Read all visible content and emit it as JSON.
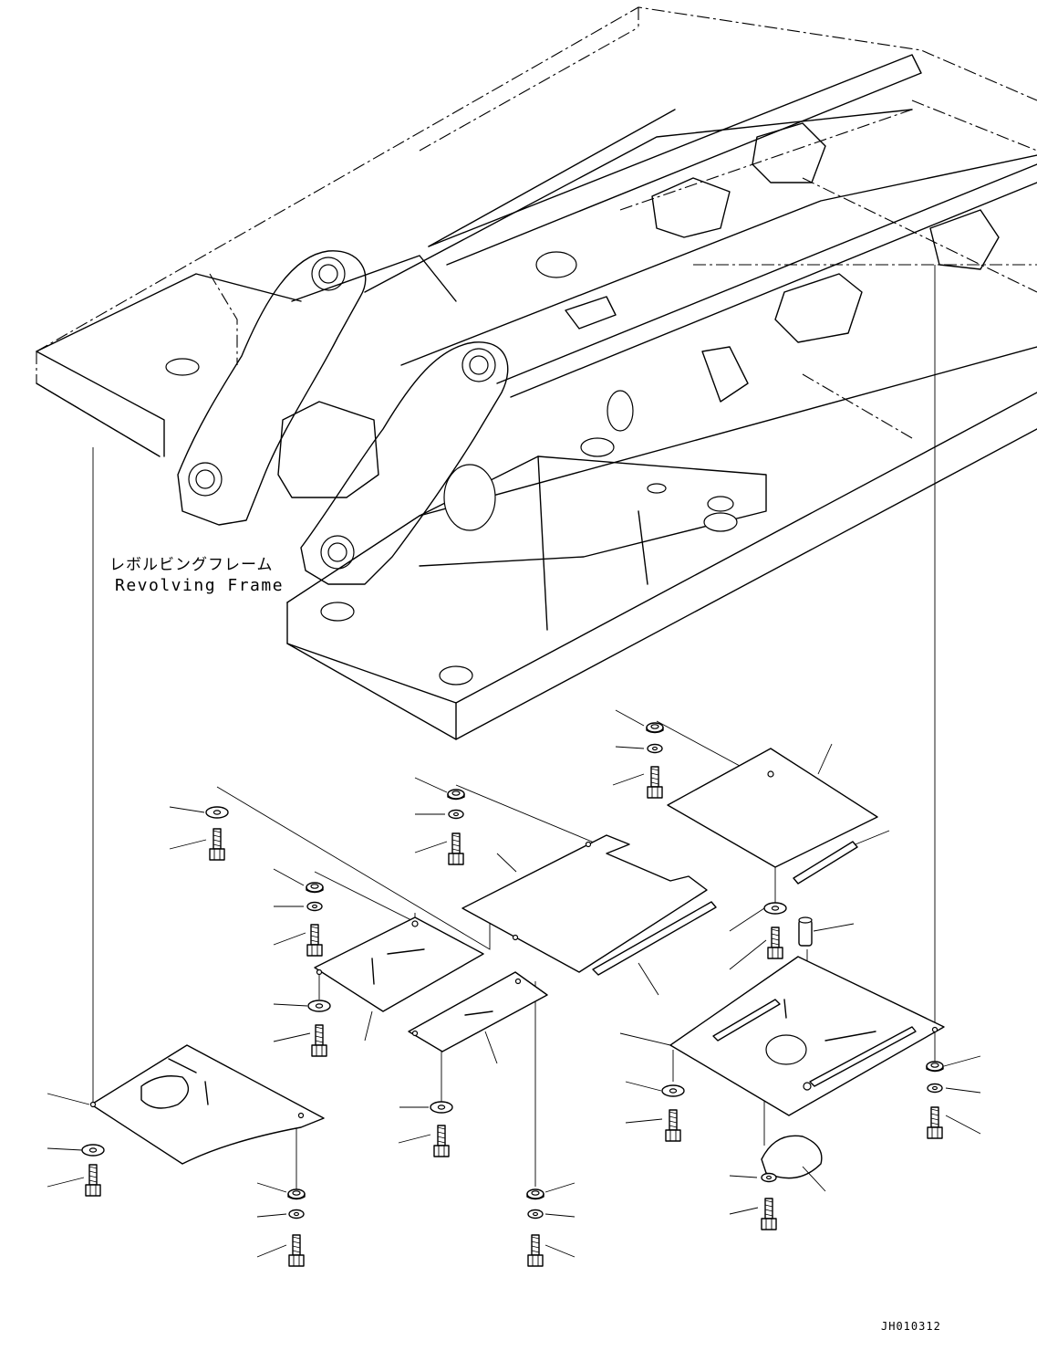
{
  "labels": {
    "frame_name_jp": "レボルビングフレーム",
    "frame_name_en": "Revolving Frame",
    "drawing_id": "JH010312"
  },
  "parts": [
    "revolving-frame",
    "cover-front-left",
    "cover-left-small",
    "cover-center-small",
    "cover-center-main",
    "cover-right-top",
    "cover-right-large",
    "round-cover-plate",
    "pin",
    "seal-strips",
    "bolts",
    "washers",
    "nuts"
  ]
}
